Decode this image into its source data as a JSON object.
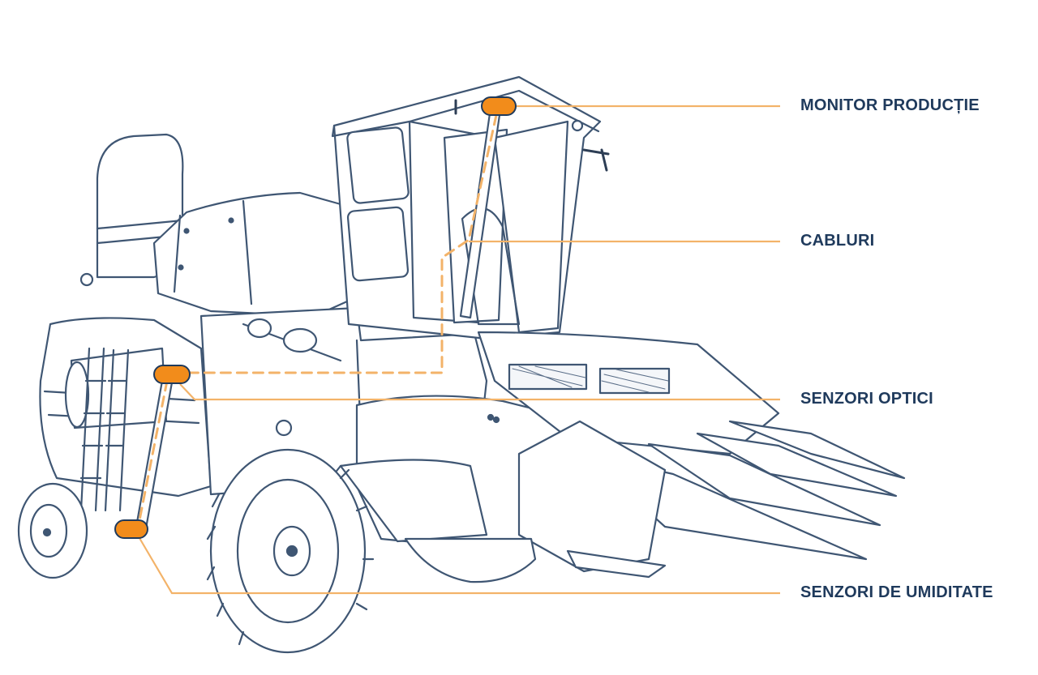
{
  "labels": {
    "yield_monitor": "MONITOR PRODUCȚIE",
    "cables": "CABLURI",
    "optical_sensors": "SENZORI OPTICI",
    "moisture_sensors": "SENZORI DE UMIDITATE"
  },
  "colors": {
    "outline": "#3f5673",
    "outline_fill": "#ffffff",
    "leader": "#f3b369",
    "sensor": "#f28c1b",
    "sensor_outline": "#1f3a5c",
    "label_text": "#1f3a5c"
  }
}
